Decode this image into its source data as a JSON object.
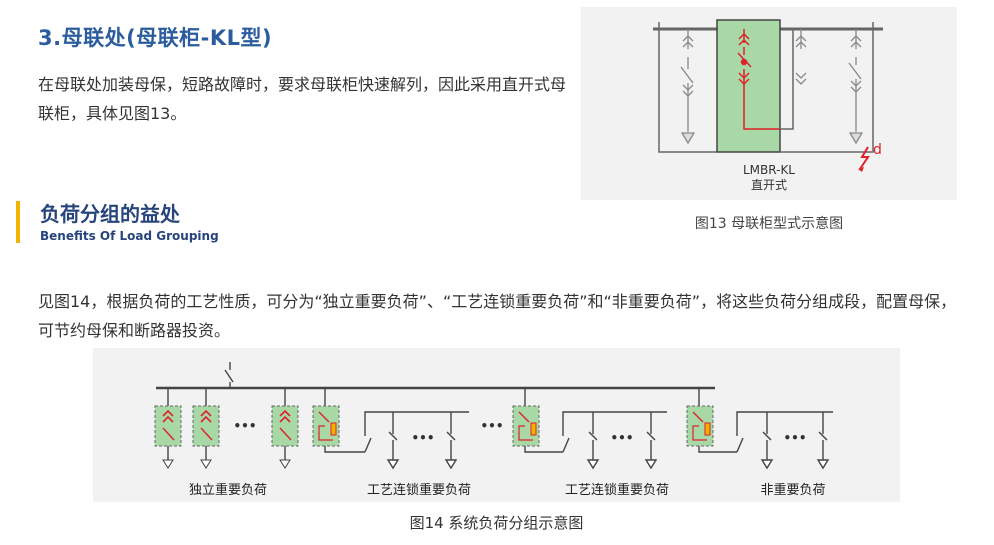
{
  "heading_mlc": "3.母联处(母联柜-KL型)",
  "paragraph_mlc": "在母联处加装母保，短路故障时，要求母联柜快速解列，因此采用直开式母联柜，具体见图13。",
  "fig13": {
    "cabinet_label_line1": "LMBR-KL",
    "cabinet_label_line2": "直开式",
    "fault_label": "d",
    "caption": "图13 母联柜型式示意图"
  },
  "section": {
    "title": "负荷分组的益处",
    "subtitle": "Benefits Of Load Grouping"
  },
  "paragraph_grouping": "见图14，根据负荷的工艺性质，可分为“独立重要负荷”、“工艺连锁重要负荷”和“非重要负荷”，将这些负荷分组成段，配置母保，可节约母保和断路器投资。",
  "fig14": {
    "ellipsis": "•••",
    "group_labels": [
      "独立重要负荷",
      "工艺连锁重要负荷",
      "工艺连锁重要负荷",
      "非重要负荷"
    ],
    "caption": "图14  系统负荷分组示意图"
  },
  "colors": {
    "accent_blue": "#2b5c9e",
    "title_navy": "#27457c",
    "bar_yellow": "#f2b200",
    "cabinet_green": "#a7d8a6",
    "fault_red": "#e0202a"
  }
}
